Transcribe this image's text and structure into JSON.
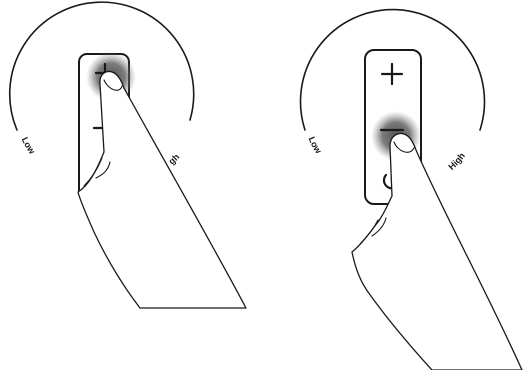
{
  "left_panel": {
    "scale_low_label": "Low",
    "scale_high_label_visible": "gh",
    "buttons": [
      "plus",
      "minus"
    ],
    "pressed_button": "plus"
  },
  "right_panel": {
    "scale_low_label": "Low",
    "scale_high_label": "High",
    "buttons": [
      "plus",
      "minus",
      "power"
    ],
    "pressed_button": "minus"
  },
  "icons": {
    "plus": "plus-icon",
    "minus": "minus-icon",
    "power": "power-icon"
  },
  "colors": {
    "line": "#1a1a1a",
    "press_shadow": "#555555",
    "background": "#ffffff"
  }
}
